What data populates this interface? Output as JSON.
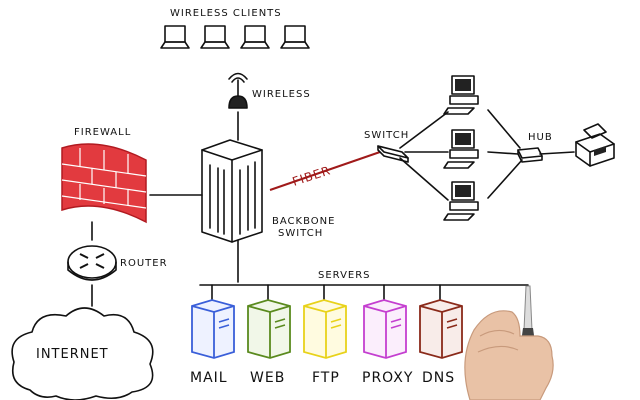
{
  "labels": {
    "wireless_clients": "WIRELESS CLIENTS",
    "wireless": "WIRELESS",
    "firewall": "FIREWALL",
    "switch": "SWITCH",
    "hub": "HUB",
    "fiber": "FIBER",
    "backbone_line1": "BACKBONE",
    "backbone_line2": "SWITCH",
    "router": "ROUTER",
    "servers": "SERVERS",
    "internet": "INTERNET"
  },
  "servers": [
    {
      "name": "MAIL",
      "color": "#3a5fd9"
    },
    {
      "name": "WEB",
      "color": "#5a8a1e"
    },
    {
      "name": "FTP",
      "color": "#e8d21a"
    },
    {
      "name": "PROXY",
      "color": "#c43fd0"
    },
    {
      "name": "DNS",
      "color": "#8a2a1a"
    }
  ],
  "colors": {
    "ink": "#111111",
    "firewall": "#d2232a",
    "fiber": "#a01a1a"
  }
}
